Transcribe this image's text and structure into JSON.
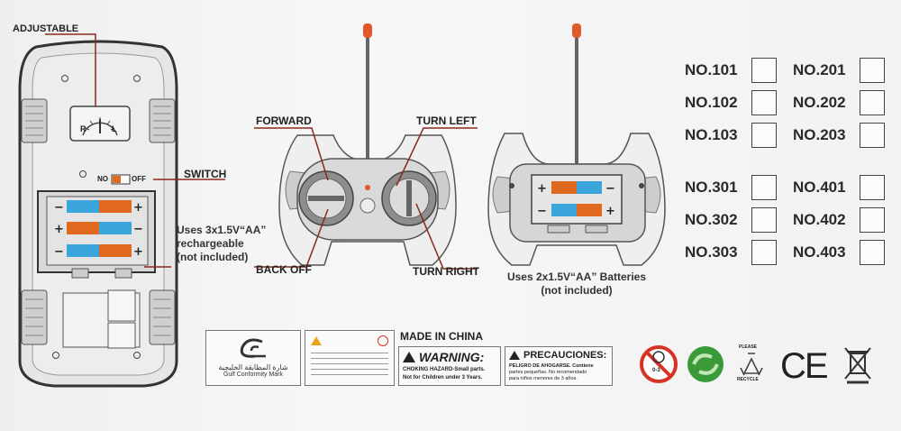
{
  "car": {
    "adjustable": "ADJUSTABLE",
    "switch": "SWITCH",
    "switch_no": "NO",
    "switch_off": "OFF",
    "dial_r": "R",
    "dial_l": "L",
    "battery_note": [
      "Uses 3x1.5V“AA”",
      "rechargeable",
      "(not included)"
    ]
  },
  "controller": {
    "forward": "FORWARD",
    "back_off": "BACK OFF",
    "turn_left": "TURN LEFT",
    "turn_right": "TURN RIGHT",
    "battery_note": [
      "Uses 2x1.5V“AA” Batteries",
      "(not included)"
    ]
  },
  "models": [
    [
      "NO.101",
      "NO.201"
    ],
    [
      "NO.102",
      "NO.202"
    ],
    [
      "NO.103",
      "NO.203"
    ],
    [
      "NO.301",
      "NO.401"
    ],
    [
      "NO.302",
      "NO.402"
    ],
    [
      "NO.303",
      "NO.403"
    ]
  ],
  "gulf": {
    "arabic": "شارة المطابقة الخليجية",
    "english": "Gulf Conformity Mark"
  },
  "warning": {
    "made_in": "MADE IN CHINA",
    "title": "WARNING:",
    "hazard": "CHOKING HAZARD",
    "hazard_tail": "-Small parts.",
    "not_for": "Not for Children under 3 Years."
  },
  "precaution": {
    "title": "PRECAUCIONES:",
    "line1": "PELIGRO DE AHOGARSE.",
    "line1_tail": "Contiene",
    "line2": "partes pequeñas.",
    "line2_tail": "No recomendado",
    "line3": "para niños menores de 3 años."
  },
  "icons": {
    "age": "0-3",
    "ce": "CE",
    "recycle_top": "PLEASE",
    "recycle_bottom": "RECYCLE"
  },
  "colors": {
    "orange": "#e0691f",
    "blue": "#3aa6dc",
    "green": "#3a9a3a",
    "red": "#d63324"
  }
}
